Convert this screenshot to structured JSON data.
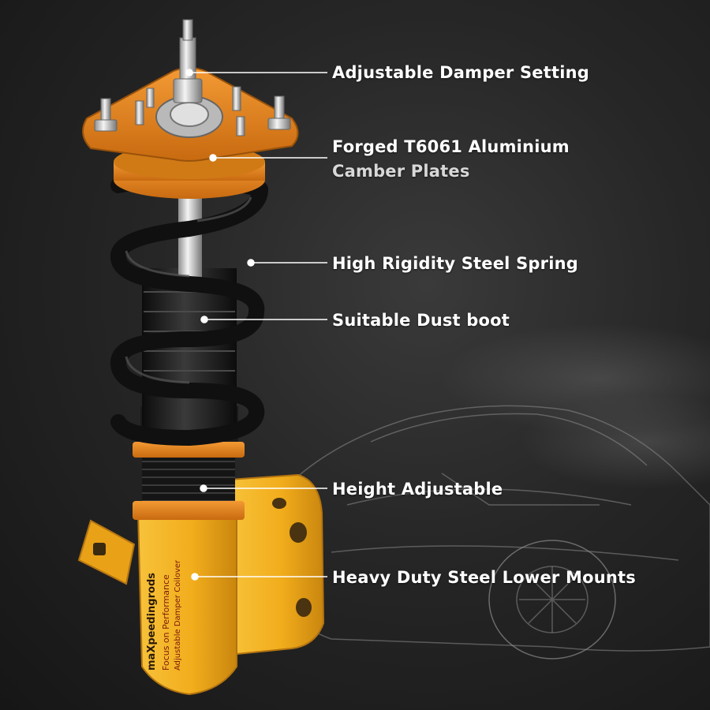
{
  "callouts": {
    "damper": "Adjustable Damper Setting",
    "camber_line1": "Forged T6061 Aluminium",
    "camber_line2": "Camber Plates",
    "spring": "High Rigidity Steel Spring",
    "dust_boot": "Suitable Dust boot",
    "height": "Height Adjustable",
    "mounts": "Heavy Duty Steel Lower Mounts"
  },
  "product_print": {
    "brand": "maXpeedingrods",
    "line1": "Focus on Performance",
    "line2": "Adjustable Damper Coilover"
  },
  "colors": {
    "orange": "#e8891c",
    "yellow": "#f2b01e",
    "spring": "#121212",
    "line": "#ffffff"
  }
}
